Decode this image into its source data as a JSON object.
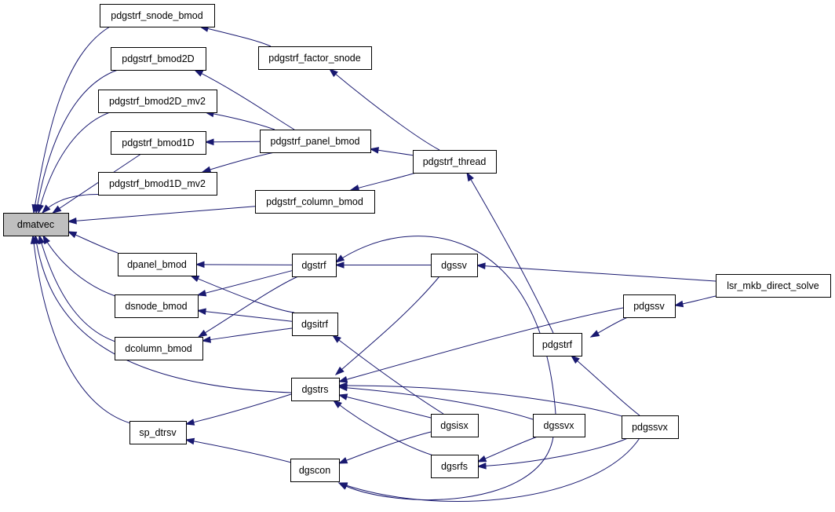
{
  "graph": {
    "root": "dmatvec",
    "nodes": [
      {
        "id": "dmatvec",
        "label": "dmatvec"
      },
      {
        "id": "snode_bmod",
        "label": "pdgstrf_snode_bmod"
      },
      {
        "id": "bmod2D",
        "label": "pdgstrf_bmod2D"
      },
      {
        "id": "bmod2D_mv2",
        "label": "pdgstrf_bmod2D_mv2"
      },
      {
        "id": "bmod1D",
        "label": "pdgstrf_bmod1D"
      },
      {
        "id": "bmod1D_mv2",
        "label": "pdgstrf_bmod1D_mv2"
      },
      {
        "id": "factor_snode",
        "label": "pdgstrf_factor_snode"
      },
      {
        "id": "panel_bmod",
        "label": "pdgstrf_panel_bmod"
      },
      {
        "id": "pthread",
        "label": "pdgstrf_thread"
      },
      {
        "id": "column_bmod",
        "label": "pdgstrf_column_bmod"
      },
      {
        "id": "dpanel_bmod",
        "label": "dpanel_bmod"
      },
      {
        "id": "dsnode_bmod",
        "label": "dsnode_bmod"
      },
      {
        "id": "dcolumn_bmod",
        "label": "dcolumn_bmod"
      },
      {
        "id": "dgstrf",
        "label": "dgstrf"
      },
      {
        "id": "dgsitrf",
        "label": "dgsitrf"
      },
      {
        "id": "dgssv",
        "label": "dgssv"
      },
      {
        "id": "lsr",
        "label": "lsr_mkb_direct_solve"
      },
      {
        "id": "pdgssv",
        "label": "pdgssv"
      },
      {
        "id": "pdgstrf",
        "label": "pdgstrf"
      },
      {
        "id": "dgstrs",
        "label": "dgstrs"
      },
      {
        "id": "sp_dtrsv",
        "label": "sp_dtrsv"
      },
      {
        "id": "dgsisx",
        "label": "dgsisx"
      },
      {
        "id": "dgssvx",
        "label": "dgssvx"
      },
      {
        "id": "pdgssvx",
        "label": "pdgssvx"
      },
      {
        "id": "dgsrfs",
        "label": "dgsrfs"
      },
      {
        "id": "dgscon",
        "label": "dgscon"
      }
    ],
    "edges": [
      {
        "from": "snode_bmod",
        "to": "dmatvec"
      },
      {
        "from": "bmod2D",
        "to": "dmatvec"
      },
      {
        "from": "bmod2D_mv2",
        "to": "dmatvec"
      },
      {
        "from": "bmod1D",
        "to": "dmatvec"
      },
      {
        "from": "bmod1D_mv2",
        "to": "dmatvec"
      },
      {
        "from": "column_bmod",
        "to": "dmatvec"
      },
      {
        "from": "dpanel_bmod",
        "to": "dmatvec"
      },
      {
        "from": "dsnode_bmod",
        "to": "dmatvec"
      },
      {
        "from": "dcolumn_bmod",
        "to": "dmatvec"
      },
      {
        "from": "dgstrs",
        "to": "dmatvec"
      },
      {
        "from": "sp_dtrsv",
        "to": "dmatvec"
      },
      {
        "from": "factor_snode",
        "to": "snode_bmod"
      },
      {
        "from": "panel_bmod",
        "to": "bmod2D"
      },
      {
        "from": "panel_bmod",
        "to": "bmod2D_mv2"
      },
      {
        "from": "panel_bmod",
        "to": "bmod1D"
      },
      {
        "from": "panel_bmod",
        "to": "bmod1D_mv2"
      },
      {
        "from": "pthread",
        "to": "factor_snode"
      },
      {
        "from": "pthread",
        "to": "panel_bmod"
      },
      {
        "from": "pthread",
        "to": "column_bmod"
      },
      {
        "from": "pdgstrf",
        "to": "pthread"
      },
      {
        "from": "dgstrf",
        "to": "dpanel_bmod"
      },
      {
        "from": "dgstrf",
        "to": "dsnode_bmod"
      },
      {
        "from": "dgstrf",
        "to": "dcolumn_bmod"
      },
      {
        "from": "dgsitrf",
        "to": "dpanel_bmod"
      },
      {
        "from": "dgsitrf",
        "to": "dsnode_bmod"
      },
      {
        "from": "dgsitrf",
        "to": "dcolumn_bmod"
      },
      {
        "from": "dgssv",
        "to": "dgstrf"
      },
      {
        "from": "dgssvx",
        "to": "dgstrf"
      },
      {
        "from": "dgsisx",
        "to": "dgsitrf"
      },
      {
        "from": "lsr",
        "to": "dgssv"
      },
      {
        "from": "lsr",
        "to": "pdgssv"
      },
      {
        "from": "pdgssv",
        "to": "pdgstrf"
      },
      {
        "from": "pdgssvx",
        "to": "pdgstrf"
      },
      {
        "from": "dgssv",
        "to": "dgstrs"
      },
      {
        "from": "pdgssv",
        "to": "dgstrs"
      },
      {
        "from": "dgsisx",
        "to": "dgstrs"
      },
      {
        "from": "dgssvx",
        "to": "dgstrs"
      },
      {
        "from": "pdgssvx",
        "to": "dgstrs"
      },
      {
        "from": "dgsrfs",
        "to": "dgstrs"
      },
      {
        "from": "dgstrs",
        "to": "sp_dtrsv"
      },
      {
        "from": "dgscon",
        "to": "sp_dtrsv"
      },
      {
        "from": "dgsisx",
        "to": "dgscon"
      },
      {
        "from": "dgssvx",
        "to": "dgscon"
      },
      {
        "from": "pdgssvx",
        "to": "dgscon"
      },
      {
        "from": "dgssvx",
        "to": "dgsrfs"
      },
      {
        "from": "pdgssvx",
        "to": "dgsrfs"
      }
    ]
  },
  "colors": {
    "edge": "#191970",
    "node_border": "#000000",
    "node_fill": "#ffffff",
    "root_fill": "#bfbfbf",
    "text": "#000000"
  }
}
